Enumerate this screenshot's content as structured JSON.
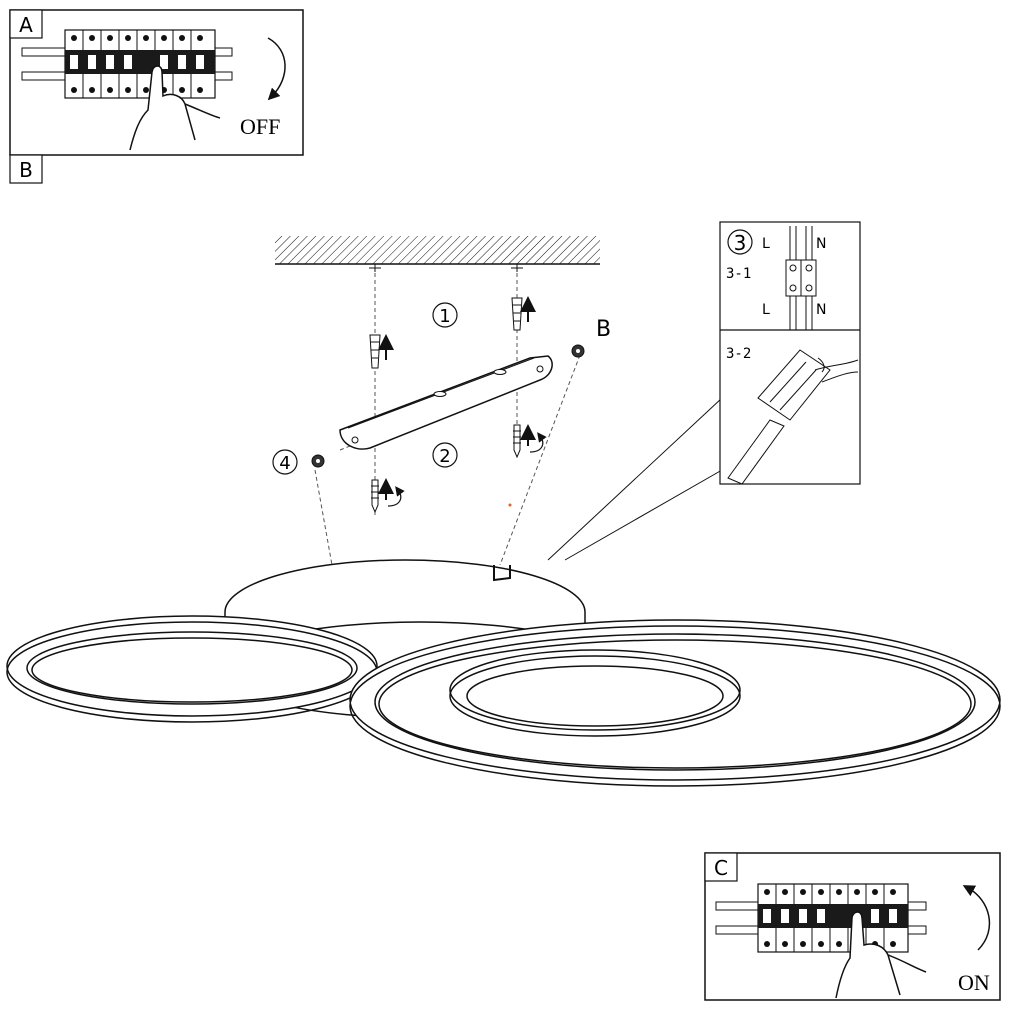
{
  "panels": {
    "a": {
      "tag": "A",
      "action": "OFF"
    },
    "b": {
      "tag": "B"
    },
    "c": {
      "tag": "C",
      "action": "ON"
    }
  },
  "steps": {
    "s1": "1",
    "s2": "2",
    "s3": "3",
    "s4": "4"
  },
  "screw_label": "B",
  "wiring": {
    "sub1": "3-1",
    "sub2": "3-2",
    "live_top": "L",
    "neutral_top": "N",
    "live_bottom": "L",
    "neutral_bottom": "N"
  },
  "colors": {
    "ink": "#111111",
    "background": "#ffffff"
  }
}
